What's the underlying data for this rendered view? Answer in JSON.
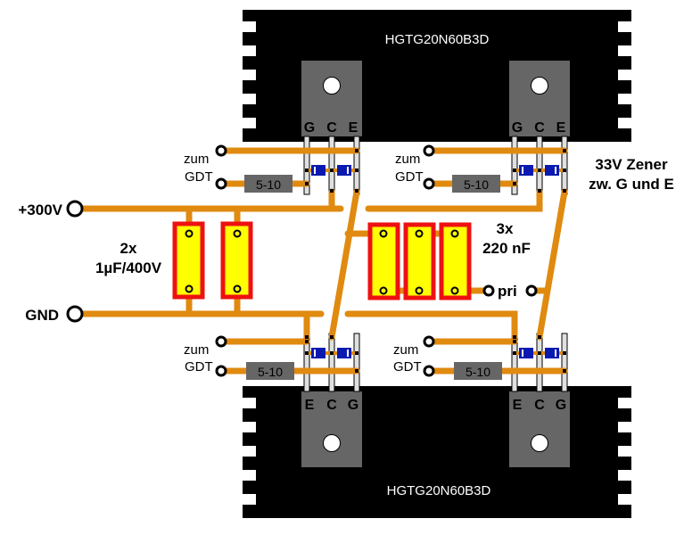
{
  "title": "IGBT half-bridge layout",
  "colors": {
    "trace": "#e08a10",
    "heatsink": "#000000",
    "transistor_body": "#666666",
    "capacitor_fill": "#ffff00",
    "capacitor_border": "#ee1111",
    "zener": "#0a1ab0",
    "resistor": "#666666"
  },
  "heatsinks": {
    "top": {
      "part": "HGTG20N60B3D"
    },
    "bottom": {
      "part": "HGTG20N60B3D"
    }
  },
  "transistors": {
    "top_left": {
      "pins": [
        "G",
        "C",
        "E"
      ]
    },
    "top_right": {
      "pins": [
        "G",
        "C",
        "E"
      ]
    },
    "bottom_left": {
      "pins": [
        "E",
        "C",
        "G"
      ]
    },
    "bottom_right": {
      "pins": [
        "E",
        "C",
        "G"
      ]
    }
  },
  "gate_resistors": {
    "top_left": "5-10",
    "top_right": "5-10",
    "bottom_left": "5-10",
    "bottom_right": "5-10"
  },
  "gdt_labels": {
    "line1": "zum",
    "line2": "GDT"
  },
  "terminals": {
    "plus": "+300V",
    "gnd": "GND",
    "pri": "pri"
  },
  "capacitors": {
    "bulk": {
      "line1": "2x",
      "line2": "1µF/400V"
    },
    "snubber": {
      "line1": "3x",
      "line2": "220 nF"
    }
  },
  "zener_note": {
    "line1": "33V Zener",
    "line2": "zw. G und E"
  }
}
